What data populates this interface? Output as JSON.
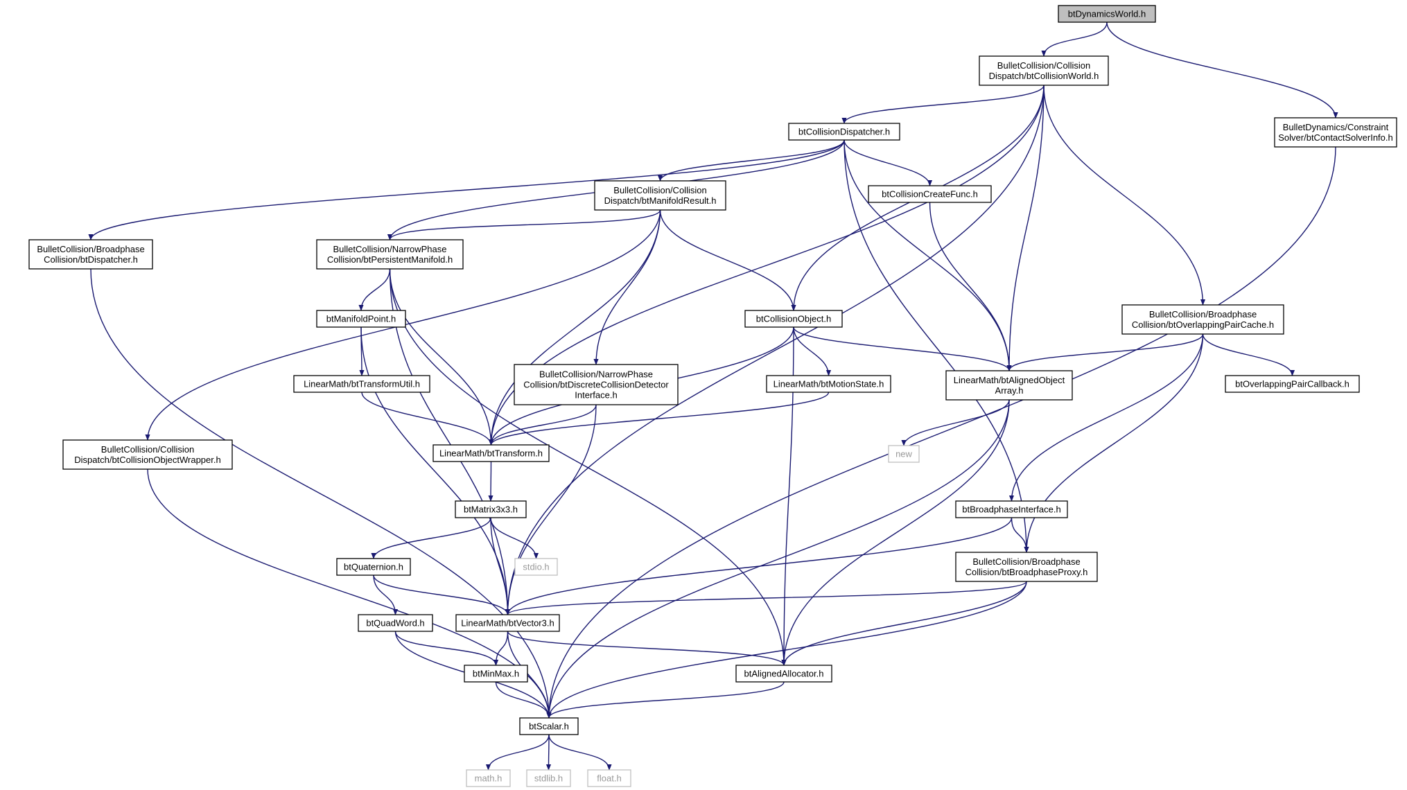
{
  "colors": {
    "edge": "#191970",
    "root_fill": "#bfbfbf",
    "external_border": "#bfbfbf"
  },
  "nodes": [
    {
      "id": "dyn",
      "lines": [
        "btDynamicsWorld.h"
      ],
      "root": true
    },
    {
      "id": "cw",
      "lines": [
        "BulletCollision/Collision",
        "Dispatch/btCollisionWorld.h"
      ]
    },
    {
      "id": "csi",
      "lines": [
        "BulletDynamics/Constraint",
        "Solver/btContactSolverInfo.h"
      ]
    },
    {
      "id": "cd",
      "lines": [
        "btCollisionDispatcher.h"
      ]
    },
    {
      "id": "mr",
      "lines": [
        "BulletCollision/Collision",
        "Dispatch/btManifoldResult.h"
      ]
    },
    {
      "id": "ccf",
      "lines": [
        "btCollisionCreateFunc.h"
      ]
    },
    {
      "id": "disp",
      "lines": [
        "BulletCollision/Broadphase",
        "Collision/btDispatcher.h"
      ]
    },
    {
      "id": "pm",
      "lines": [
        "BulletCollision/NarrowPhase",
        "Collision/btPersistentManifold.h"
      ]
    },
    {
      "id": "mp",
      "lines": [
        "btManifoldPoint.h"
      ]
    },
    {
      "id": "tu",
      "lines": [
        "LinearMath/btTransformUtil.h"
      ]
    },
    {
      "id": "dcd",
      "lines": [
        "BulletCollision/NarrowPhase",
        "Collision/btDiscreteCollisionDetector",
        "Interface.h"
      ]
    },
    {
      "id": "co",
      "lines": [
        "btCollisionObject.h"
      ]
    },
    {
      "id": "ms",
      "lines": [
        "LinearMath/btMotionState.h"
      ]
    },
    {
      "id": "aoa",
      "lines": [
        "LinearMath/btAlignedObject",
        "Array.h"
      ]
    },
    {
      "id": "opc",
      "lines": [
        "BulletCollision/Broadphase",
        "Collision/btOverlappingPairCache.h"
      ]
    },
    {
      "id": "opcb",
      "lines": [
        "btOverlappingPairCallback.h"
      ]
    },
    {
      "id": "cow",
      "lines": [
        "BulletCollision/Collision",
        "Dispatch/btCollisionObjectWrapper.h"
      ]
    },
    {
      "id": "tr",
      "lines": [
        "LinearMath/btTransform.h"
      ]
    },
    {
      "id": "new",
      "lines": [
        "new"
      ],
      "external": true
    },
    {
      "id": "m33",
      "lines": [
        "btMatrix3x3.h"
      ]
    },
    {
      "id": "bi",
      "lines": [
        "btBroadphaseInterface.h"
      ]
    },
    {
      "id": "quat",
      "lines": [
        "btQuaternion.h"
      ]
    },
    {
      "id": "stdio",
      "lines": [
        "stdio.h"
      ],
      "external": true
    },
    {
      "id": "bp",
      "lines": [
        "BulletCollision/Broadphase",
        "Collision/btBroadphaseProxy.h"
      ]
    },
    {
      "id": "qw",
      "lines": [
        "btQuadWord.h"
      ]
    },
    {
      "id": "v3",
      "lines": [
        "LinearMath/btVector3.h"
      ]
    },
    {
      "id": "mm",
      "lines": [
        "btMinMax.h"
      ]
    },
    {
      "id": "aa",
      "lines": [
        "btAlignedAllocator.h"
      ]
    },
    {
      "id": "sc",
      "lines": [
        "btScalar.h"
      ]
    },
    {
      "id": "math",
      "lines": [
        "math.h"
      ],
      "external": true
    },
    {
      "id": "stdlib",
      "lines": [
        "stdlib.h"
      ],
      "external": true
    },
    {
      "id": "float",
      "lines": [
        "float.h"
      ],
      "external": true
    }
  ],
  "edges": [
    [
      "dyn",
      "cw"
    ],
    [
      "dyn",
      "csi"
    ],
    [
      "cw",
      "cd"
    ],
    [
      "cw",
      "co"
    ],
    [
      "cw",
      "aoa"
    ],
    [
      "cw",
      "opc"
    ],
    [
      "cw",
      "tr"
    ],
    [
      "cw",
      "v3"
    ],
    [
      "csi",
      "sc"
    ],
    [
      "cd",
      "mr"
    ],
    [
      "cd",
      "ccf"
    ],
    [
      "cd",
      "disp"
    ],
    [
      "cd",
      "pm"
    ],
    [
      "cd",
      "aoa"
    ],
    [
      "cd",
      "bp"
    ],
    [
      "mr",
      "pm"
    ],
    [
      "mr",
      "co"
    ],
    [
      "mr",
      "dcd"
    ],
    [
      "mr",
      "tr"
    ],
    [
      "mr",
      "cow"
    ],
    [
      "ccf",
      "aoa"
    ],
    [
      "disp",
      "sc"
    ],
    [
      "pm",
      "mp"
    ],
    [
      "pm",
      "tr"
    ],
    [
      "pm",
      "aa"
    ],
    [
      "pm",
      "v3"
    ],
    [
      "mp",
      "tu"
    ],
    [
      "mp",
      "v3"
    ],
    [
      "tu",
      "tr"
    ],
    [
      "dcd",
      "tr"
    ],
    [
      "dcd",
      "v3"
    ],
    [
      "co",
      "ms"
    ],
    [
      "co",
      "tr"
    ],
    [
      "co",
      "aoa"
    ],
    [
      "co",
      "aa"
    ],
    [
      "ms",
      "tr"
    ],
    [
      "aoa",
      "new"
    ],
    [
      "aoa",
      "aa"
    ],
    [
      "aoa",
      "sc"
    ],
    [
      "opc",
      "aoa"
    ],
    [
      "opc",
      "opcb"
    ],
    [
      "opc",
      "bi"
    ],
    [
      "opc",
      "bp"
    ],
    [
      "cow",
      "sc"
    ],
    [
      "tr",
      "m33"
    ],
    [
      "m33",
      "quat"
    ],
    [
      "m33",
      "stdio"
    ],
    [
      "m33",
      "v3"
    ],
    [
      "bi",
      "bp"
    ],
    [
      "bi",
      "v3"
    ],
    [
      "bp",
      "v3"
    ],
    [
      "bp",
      "aa"
    ],
    [
      "bp",
      "sc"
    ],
    [
      "quat",
      "qw"
    ],
    [
      "quat",
      "v3"
    ],
    [
      "qw",
      "mm"
    ],
    [
      "qw",
      "sc"
    ],
    [
      "v3",
      "mm"
    ],
    [
      "v3",
      "aa"
    ],
    [
      "v3",
      "sc"
    ],
    [
      "mm",
      "sc"
    ],
    [
      "aa",
      "sc"
    ],
    [
      "sc",
      "math"
    ],
    [
      "sc",
      "stdlib"
    ],
    [
      "sc",
      "float"
    ]
  ]
}
